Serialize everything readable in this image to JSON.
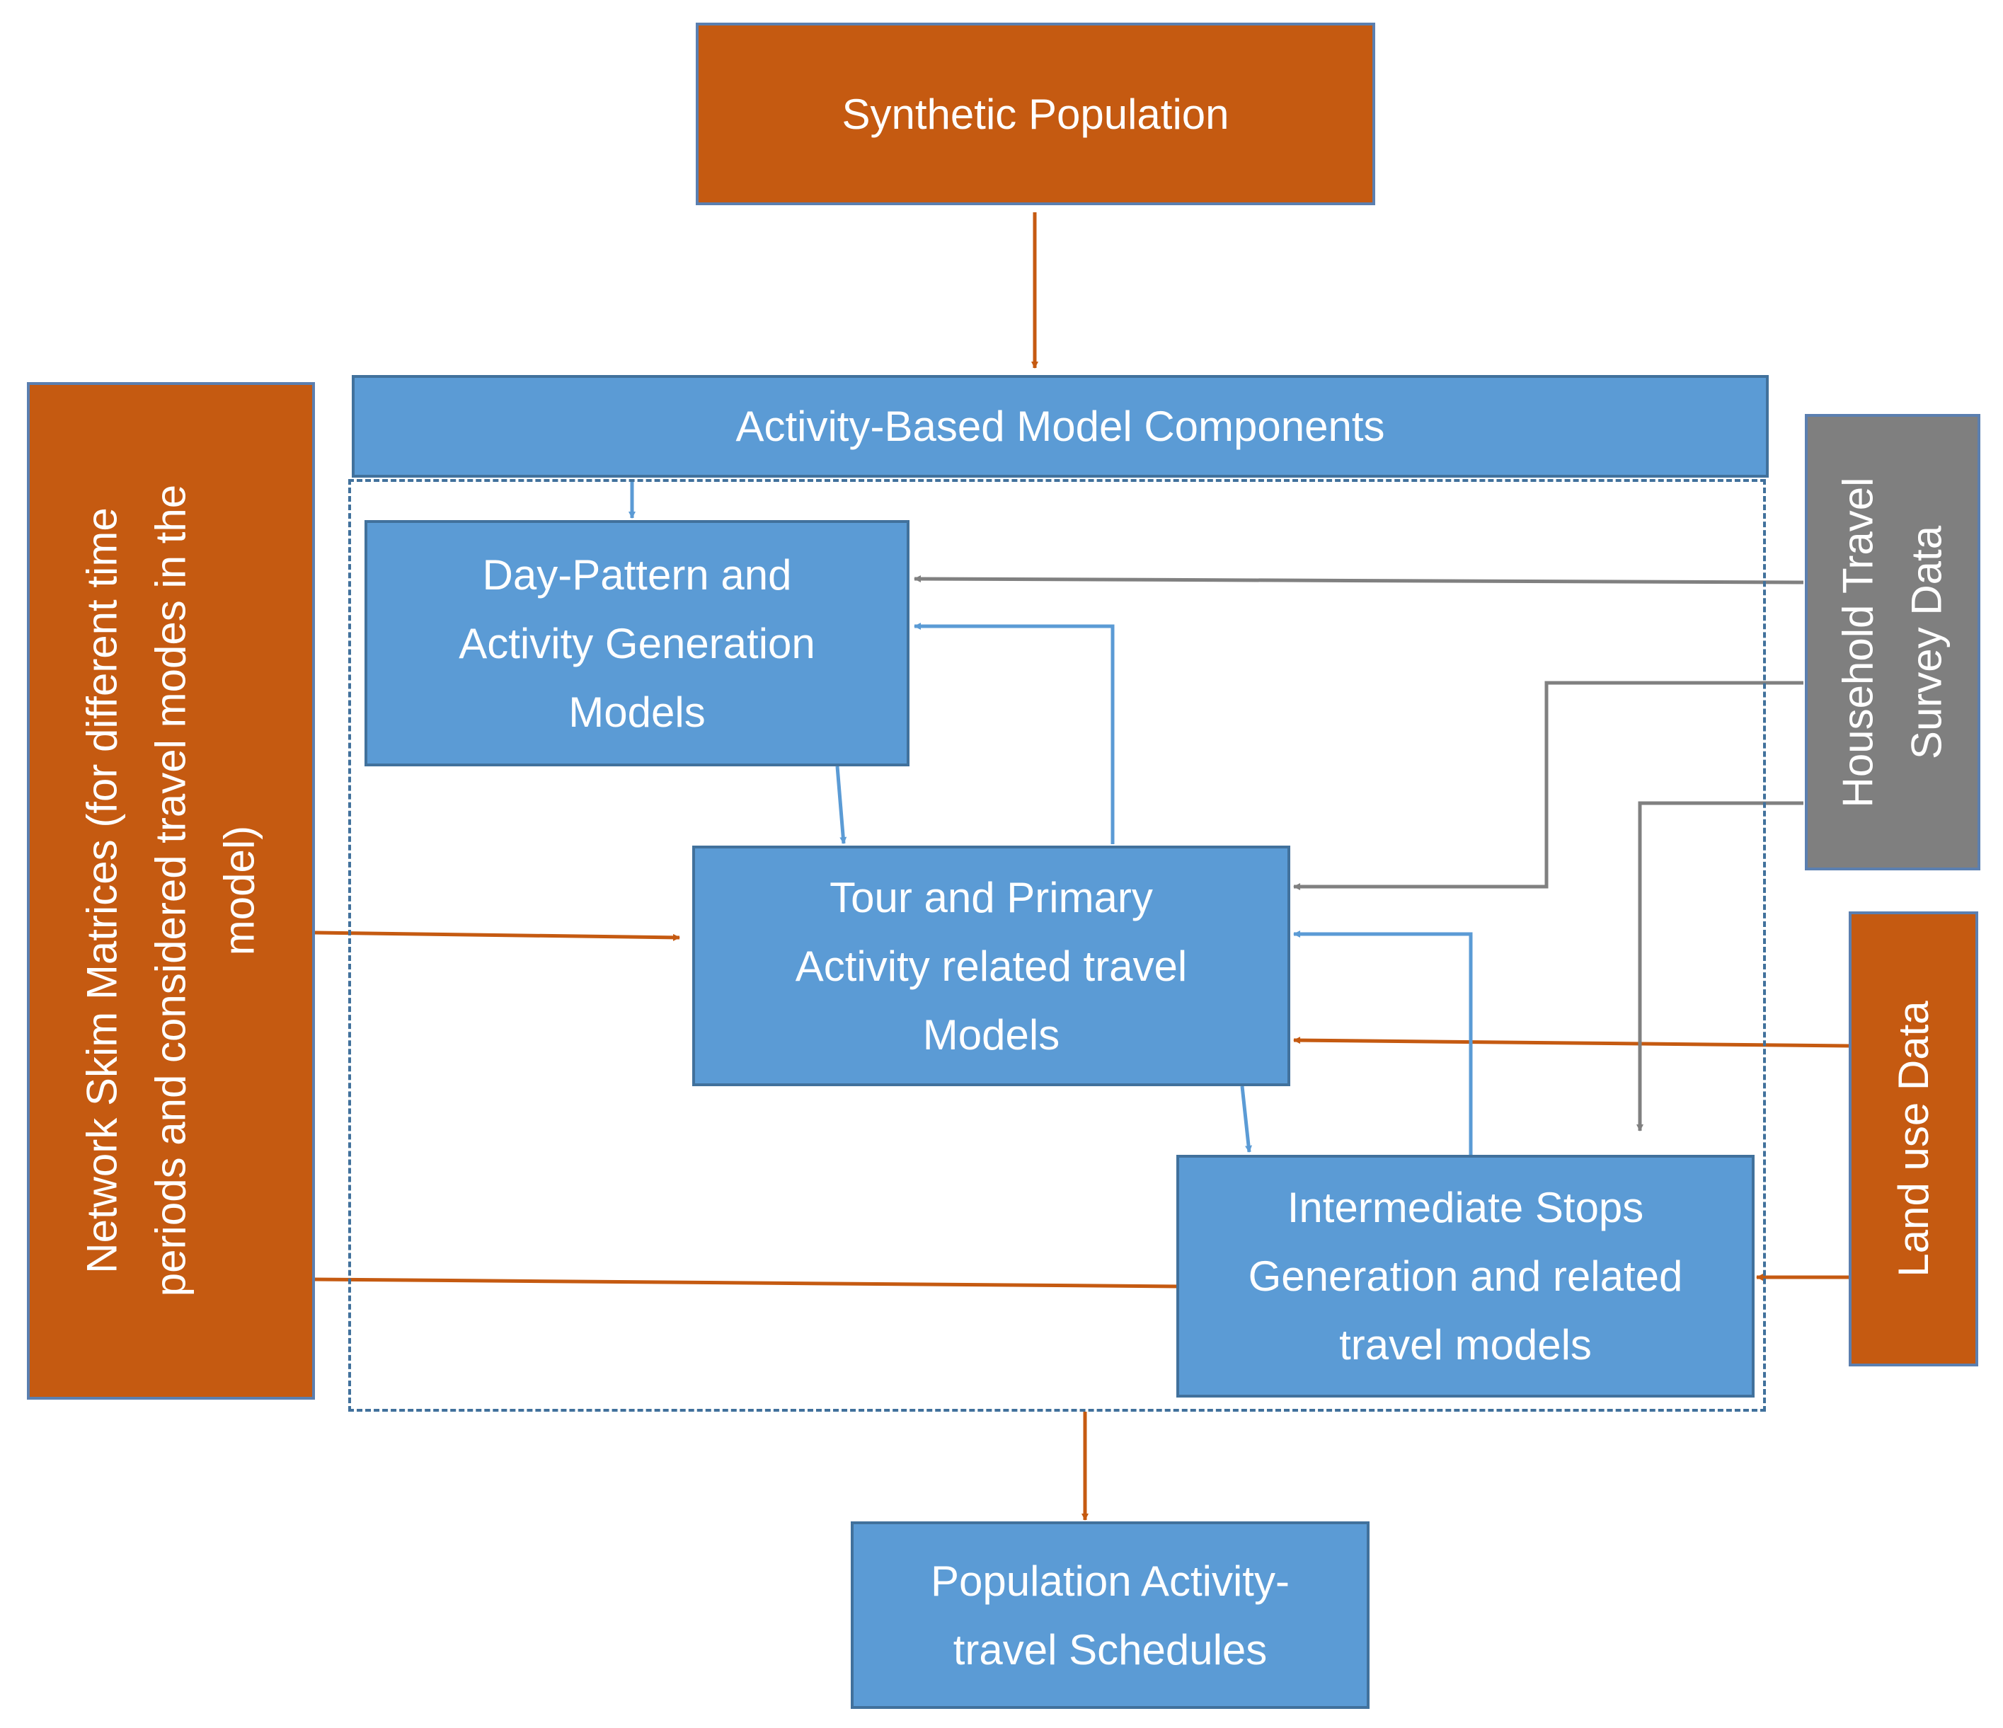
{
  "nodes": {
    "synthetic_population": "Synthetic Population",
    "abm_components": "Activity-Based Model Components",
    "day_pattern": [
      "Day-Pattern and",
      "Activity Generation",
      "Models"
    ],
    "tour_primary": [
      "Tour and Primary",
      "Activity related travel",
      "Models"
    ],
    "intermediate_stops": [
      "Intermediate Stops",
      "Generation and related",
      "travel models"
    ],
    "population_schedules": [
      "Population Activity-",
      "travel Schedules"
    ],
    "network_skim": [
      "Network Skim Matrices (for different time",
      "periods and considered travel modes in the",
      "model)"
    ],
    "household_survey": [
      "Household Travel",
      "Survey Data"
    ],
    "land_use": "Land use Data"
  },
  "colors": {
    "input_box": "#c55a11",
    "model_box": "#5b9bd5",
    "survey_box": "#7f7f7f",
    "orange_arrow": "#c55a11",
    "blue_arrow": "#5b9bd5",
    "gray_arrow": "#808080"
  }
}
